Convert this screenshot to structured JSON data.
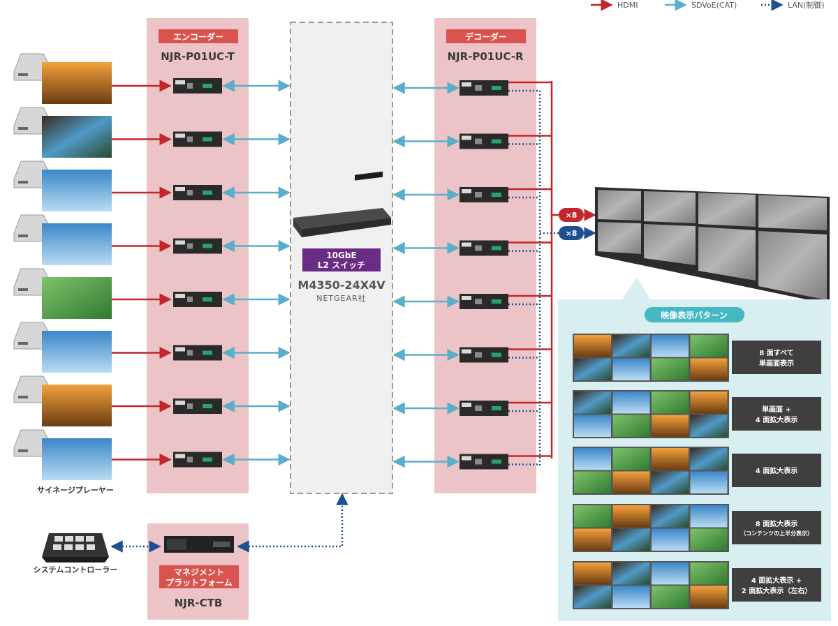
{
  "legend": [
    {
      "label": "HDMI",
      "color": "#c1272d",
      "style": "solid"
    },
    {
      "label": "SDVoE(CAT)",
      "color": "#5aaec9",
      "style": "solid"
    },
    {
      "label": "LAN(制御)",
      "color": "#1d4f91",
      "style": "dotted"
    }
  ],
  "encoder": {
    "tag": "エンコーダー",
    "model": "NJR-P01UC-T",
    "count": 8
  },
  "decoder": {
    "tag": "デコーダー",
    "model": "NJR-P01UC-R",
    "count": 8
  },
  "switch": {
    "tag_line1": "10GbE",
    "tag_line2": "L2 スイッチ",
    "model": "M4350-24X4V",
    "maker": "NETGEAR社"
  },
  "players_caption": "サイネージプレーヤー",
  "controller_caption": "システムコントローラー",
  "management": {
    "tag_line1": "マネジメント",
    "tag_line2": "プラットフォーム",
    "model": "NJR-CTB"
  },
  "multiplier_hdmi": "×8",
  "multiplier_lan": "×8",
  "patterns_title": "映像表示パターン",
  "patterns": [
    {
      "line1": "8 面すべて",
      "line2": "単画面表示",
      "sub": ""
    },
    {
      "line1": "単画面 +",
      "line2": "4 面拡大表示",
      "sub": ""
    },
    {
      "line1": "4 面拡大表示",
      "line2": "",
      "sub": ""
    },
    {
      "line1": "8 面拡大表示",
      "line2": "",
      "sub": "（コンテンツの上半分表示）"
    },
    {
      "line1": "4 面拡大表示 +",
      "line2": "2 面拡大表示（左右）",
      "sub": ""
    }
  ],
  "colors": {
    "hdmi": "#c1272d",
    "sdvoe": "#5aaec9",
    "lan": "#1d4f91",
    "column_bg": "#ecc4c7",
    "tag_red": "#d9534f",
    "tag_purple": "#6b2c86",
    "pattern_panel": "#d8eef1",
    "pattern_label_bg": "#3f3f3f",
    "pattern_title_bg": "#45b8c2"
  }
}
